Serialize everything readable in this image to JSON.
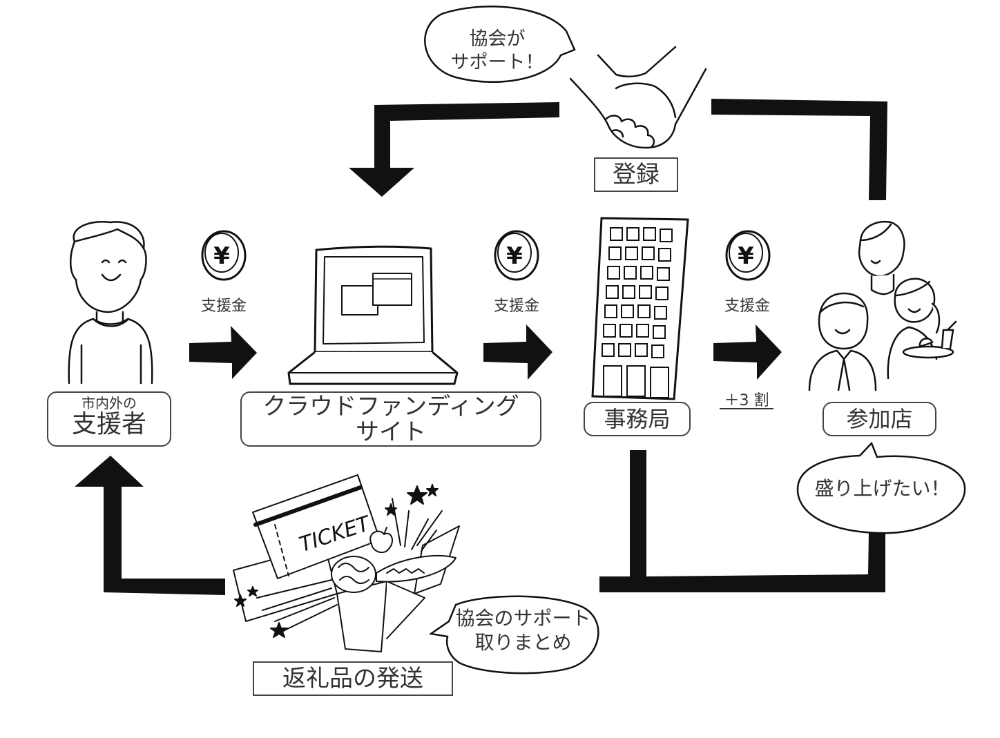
{
  "nodes": {
    "supporter": {
      "sub": "市内外の",
      "main": "支援者"
    },
    "site": {
      "line1": "クラウドファンディング",
      "line2": "サイト"
    },
    "office": {
      "label": "事務局"
    },
    "shops": {
      "label": "参加店"
    },
    "register": {
      "label": "登録"
    },
    "gifts": {
      "label": "返礼品の発送"
    }
  },
  "flows": {
    "funds1": "支援金",
    "funds2": "支援金",
    "funds3": "支援金",
    "bonus": "＋3 割"
  },
  "bubbles": {
    "association": {
      "line1": "協会が",
      "line2": "サポート！"
    },
    "shops_voice": "盛り上げたい！",
    "gift_support": {
      "line1": "協会のサポート",
      "line2": "取りまとめ"
    }
  },
  "illustration_text": {
    "ticket": "TICKET",
    "yen": "¥"
  },
  "colors": {
    "ink": "#111111",
    "label_text": "#333333",
    "background": "#ffffff"
  }
}
